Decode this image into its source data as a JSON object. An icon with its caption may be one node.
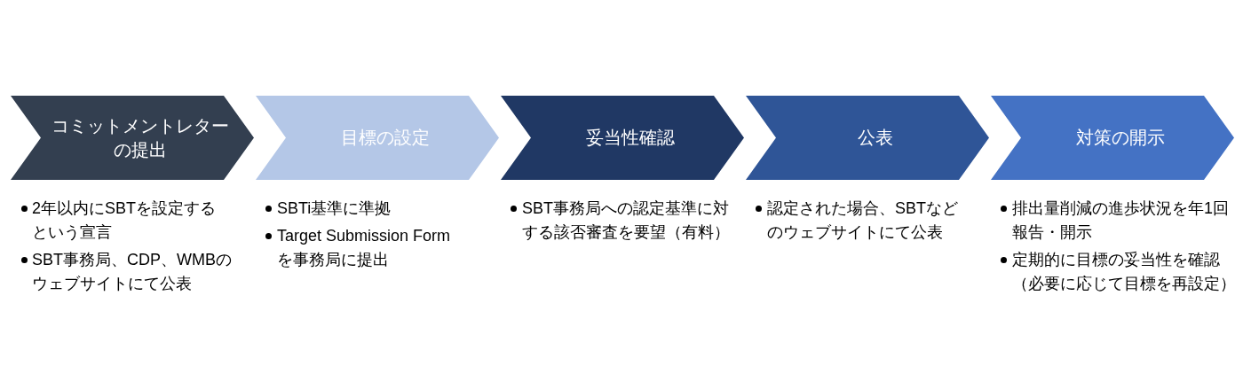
{
  "diagram": {
    "nodes": [
      {
        "text": [
          "コミットメントレターの提出"
        ],
        "beside": [
          "2年以内にSBTを設定するという宣言",
          "SBT事務局、CDP、WMBのウェブサイトにて公表"
        ]
      },
      {
        "text": [
          "目標の設定"
        ],
        "beside": [
          "SBTi基準に準拠",
          "Target Submission Form を事務局に提出"
        ]
      },
      {
        "text": [
          "妥当性確認"
        ],
        "beside": [
          "SBT事務局への認定基準に対する該否審査を要望（有料）"
        ]
      },
      {
        "text": [
          "公表"
        ],
        "beside": [
          "認定された場合、SBTなどのウェブサイトにて公表"
        ]
      },
      {
        "text": [
          "対策の開示"
        ],
        "beside": [
          "排出量削減の進歩状況を年1回報告・開示",
          "定期的に目標の妥当性を確認（必要に応じて目標を再設定）"
        ]
      }
    ]
  }
}
